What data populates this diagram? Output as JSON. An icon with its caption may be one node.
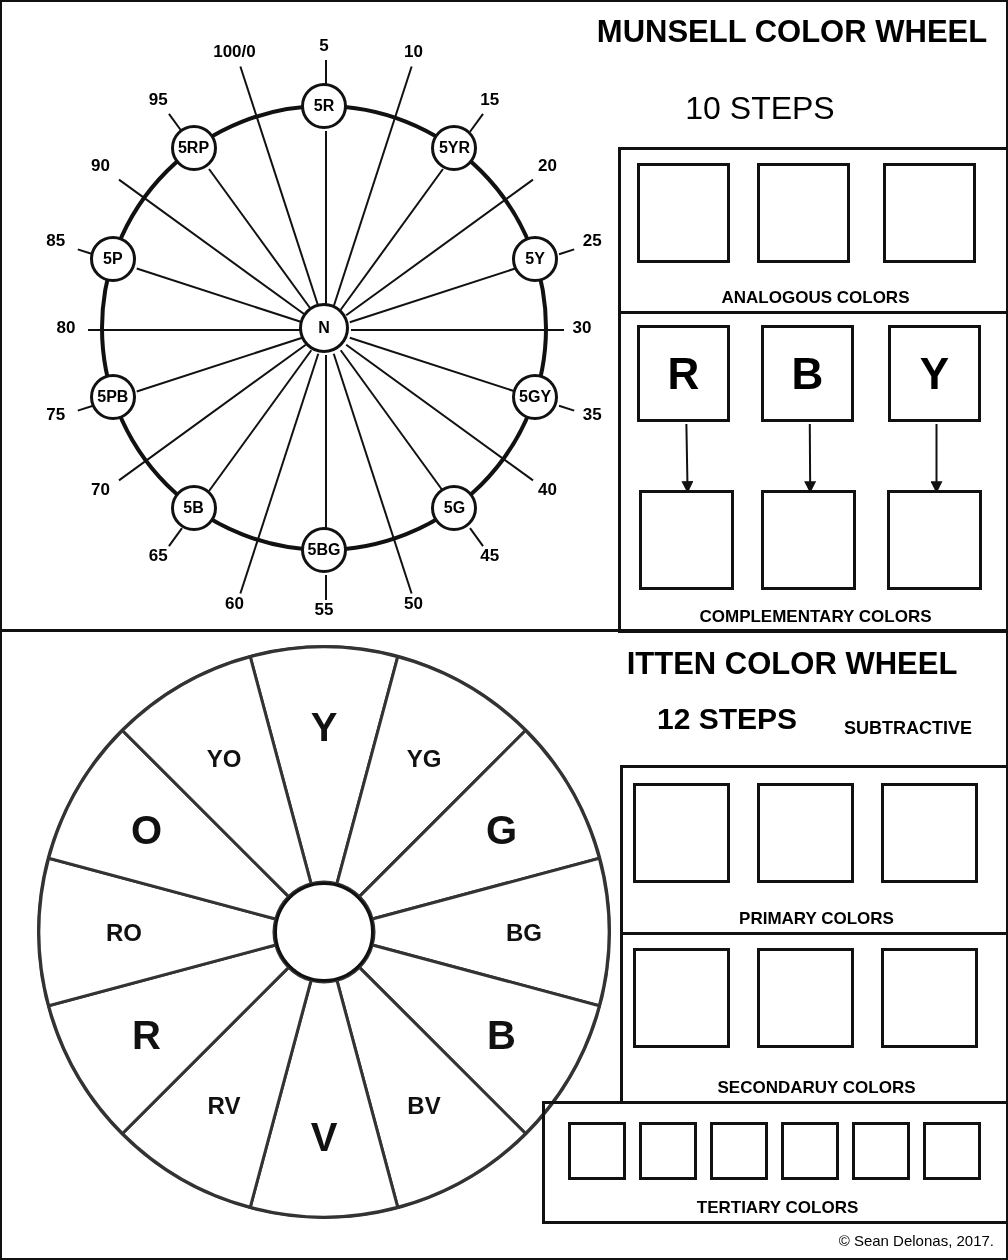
{
  "diagram": {
    "nodes": [
      {
        "text": [
          "5R"
        ]
      },
      {
        "text": [
          "5YR"
        ]
      },
      {
        "text": [
          "5Y"
        ]
      },
      {
        "text": [
          "5GY"
        ]
      },
      {
        "text": [
          "5G"
        ]
      },
      {
        "text": [
          "5BG"
        ]
      },
      {
        "text": [
          "5B"
        ]
      },
      {
        "text": [
          "5PB"
        ]
      },
      {
        "text": [
          "5P"
        ]
      },
      {
        "text": [
          "5RP"
        ]
      },
      {
        "text": [
          "N"
        ]
      },
      {
        "text": [
          "5"
        ]
      },
      {
        "text": [
          "10"
        ]
      },
      {
        "text": [
          "15"
        ]
      },
      {
        "text": [
          "20"
        ]
      },
      {
        "text": [
          "25"
        ]
      },
      {
        "text": [
          "30"
        ]
      },
      {
        "text": [
          "35"
        ]
      },
      {
        "text": [
          "40"
        ]
      },
      {
        "text": [
          "45"
        ]
      },
      {
        "text": [
          "50"
        ]
      },
      {
        "text": [
          "55"
        ]
      },
      {
        "text": [
          "60"
        ]
      },
      {
        "text": [
          "65"
        ]
      },
      {
        "text": [
          "70"
        ]
      },
      {
        "text": [
          "75"
        ]
      },
      {
        "text": [
          "80"
        ]
      },
      {
        "text": [
          "85"
        ]
      },
      {
        "text": [
          "90"
        ]
      },
      {
        "text": [
          "95"
        ]
      },
      {
        "text": [
          "100/0"
        ]
      },
      {
        "text": [
          "ANALOGOUS COLORS"
        ]
      },
      {
        "text": [],
        "shape": "box",
        "in": 31
      },
      {
        "text": [],
        "shape": "box",
        "in": 31
      },
      {
        "text": [],
        "shape": "box",
        "in": 31
      },
      {
        "text": [
          "COMPLEMENTARY COLORS"
        ]
      },
      {
        "text": [
          "R"
        ],
        "in": 35
      },
      {
        "text": [
          "B"
        ],
        "in": 35
      },
      {
        "text": [
          "Y"
        ],
        "in": 35
      },
      {
        "text": [],
        "shape": "box",
        "in": 35
      },
      {
        "text": [],
        "shape": "box",
        "in": 35
      },
      {
        "text": [],
        "shape": "box",
        "in": 35
      },
      {
        "text": [
          "Y"
        ]
      },
      {
        "text": [
          "YG"
        ]
      },
      {
        "text": [
          "G"
        ]
      },
      {
        "text": [
          "BG"
        ]
      },
      {
        "text": [
          "B"
        ]
      },
      {
        "text": [
          "BV"
        ]
      },
      {
        "text": [
          "V"
        ]
      },
      {
        "text": [
          "RV"
        ]
      },
      {
        "text": [
          "R"
        ]
      },
      {
        "text": [
          "RO"
        ]
      },
      {
        "text": [
          "O"
        ]
      },
      {
        "text": [
          "YO"
        ]
      },
      {
        "text": [],
        "shape": "circle"
      },
      {
        "text": [
          "PRIMARY COLORS"
        ]
      },
      {
        "text": [],
        "shape": "box",
        "in": 55
      },
      {
        "text": [],
        "shape": "box",
        "in": 55
      },
      {
        "text": [],
        "shape": "box",
        "in": 55
      },
      {
        "text": [
          "SECONDARUY COLORS"
        ]
      },
      {
        "text": [],
        "shape": "box",
        "in": 59
      },
      {
        "text": [],
        "shape": "box",
        "in": 59
      },
      {
        "text": [],
        "shape": "box",
        "in": 59
      },
      {
        "text": [
          "TERTIARY COLORS"
        ]
      },
      {
        "text": [],
        "shape": "box",
        "in": 63
      },
      {
        "text": [],
        "shape": "box",
        "in": 63
      },
      {
        "text": [],
        "shape": "box",
        "in": 63
      },
      {
        "text": [],
        "shape": "box",
        "in": 63
      },
      {
        "text": [],
        "shape": "box",
        "in": 63
      },
      {
        "text": [],
        "shape": "box",
        "in": 63
      }
    ],
    "edges": [
      {
        "from": 10,
        "to": 0,
        "arrow": "none"
      },
      {
        "from": 0,
        "to": 11,
        "arrow": "none"
      },
      {
        "from": 10,
        "to": 12,
        "arrow": "none"
      },
      {
        "from": 10,
        "to": 1,
        "arrow": "none"
      },
      {
        "from": 1,
        "to": 13,
        "arrow": "none"
      },
      {
        "from": 10,
        "to": 14,
        "arrow": "none"
      },
      {
        "from": 10,
        "to": 2,
        "arrow": "none"
      },
      {
        "from": 2,
        "to": 15,
        "arrow": "none"
      },
      {
        "from": 10,
        "to": 16,
        "arrow": "none"
      },
      {
        "from": 10,
        "to": 3,
        "arrow": "none"
      },
      {
        "from": 3,
        "to": 17,
        "arrow": "none"
      },
      {
        "from": 10,
        "to": 18,
        "arrow": "none"
      },
      {
        "from": 10,
        "to": 4,
        "arrow": "none"
      },
      {
        "from": 4,
        "to": 19,
        "arrow": "none"
      },
      {
        "from": 10,
        "to": 20,
        "arrow": "none"
      },
      {
        "from": 10,
        "to": 5,
        "arrow": "none"
      },
      {
        "from": 5,
        "to": 21,
        "arrow": "none"
      },
      {
        "from": 10,
        "to": 22,
        "arrow": "none"
      },
      {
        "from": 10,
        "to": 6,
        "arrow": "none"
      },
      {
        "from": 6,
        "to": 23,
        "arrow": "none"
      },
      {
        "from": 10,
        "to": 24,
        "arrow": "none"
      },
      {
        "from": 10,
        "to": 7,
        "arrow": "none"
      },
      {
        "from": 7,
        "to": 25,
        "arrow": "none"
      },
      {
        "from": 10,
        "to": 26,
        "arrow": "none"
      },
      {
        "from": 10,
        "to": 8,
        "arrow": "none"
      },
      {
        "from": 8,
        "to": 27,
        "arrow": "none"
      },
      {
        "from": 10,
        "to": 28,
        "arrow": "none"
      },
      {
        "from": 10,
        "to": 9,
        "arrow": "none"
      },
      {
        "from": 9,
        "to": 29,
        "arrow": "none"
      },
      {
        "from": 10,
        "to": 30,
        "arrow": "none"
      },
      {
        "from": 36,
        "to": 39,
        "arrow": "to"
      },
      {
        "from": 37,
        "to": 40,
        "arrow": "to"
      },
      {
        "from": 38,
        "to": 41,
        "arrow": "to"
      }
    ],
    "labels": [
      "MUNSELL COLOR WHEEL",
      "10 STEPS",
      "ITTEN COLOR WHEEL",
      "12 STEPS",
      "SUBTRACTIVE",
      "© Sean Delonas, 2017."
    ]
  }
}
